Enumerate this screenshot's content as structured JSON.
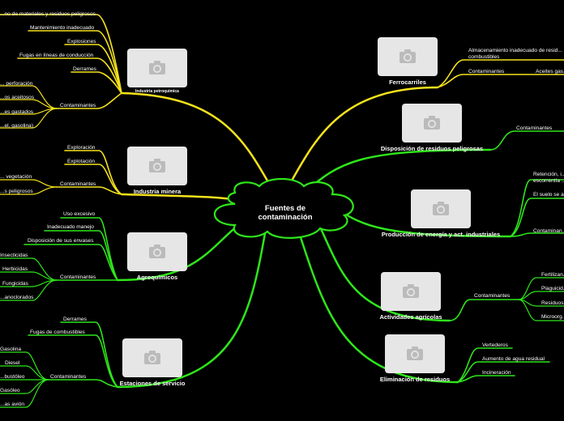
{
  "central": {
    "line1": "Fuentes de",
    "line2": "contaminación"
  },
  "petro": {
    "title": "Industria petroquímica",
    "items": [
      "...no de materiales y residuos peligrosos",
      "Mantenimiento inadecuado",
      "Explosiones",
      "Fugas en líneas de conducción",
      "Derrames"
    ],
    "contaminantes": "Contaminantes",
    "subs": [
      "... perforación",
      "...os aceitosos",
      "...es gastados",
      "...el, gasolina)"
    ]
  },
  "minera": {
    "title": "Industria minera",
    "items": [
      "Exploración",
      "Explotación"
    ],
    "contaminantes": "Contaminantes",
    "subs": [
      "... vegetación",
      "...s peligrosos"
    ]
  },
  "agro": {
    "title": "Agroquímicos",
    "items": [
      "Uso excesivo",
      "Inadecuado manejo",
      "Disposición de sus envases"
    ],
    "contaminantes": "Contaminantes",
    "subs": [
      "Insecticidas",
      "Herbicidas",
      "Fungicidas",
      "...anoclorados"
    ]
  },
  "estaciones": {
    "title": "Estaciones de servicio",
    "items": [
      "Derrames",
      "Fugas de combustibles"
    ],
    "contaminantes": "Contaminantes",
    "subs": [
      "Gasolina",
      "Diesel",
      "...bustóleo",
      "Gasóleo",
      "...as avión"
    ]
  },
  "ferro": {
    "title": "Ferrocarriles",
    "items": [
      "Almacenamiento inadecuado de resid...",
      "combustibles"
    ],
    "contaminantes": "Contaminantes",
    "subs": [
      "Aceites gas..."
    ]
  },
  "disposicion": {
    "title": "Disposición de residuos peligrosas",
    "contaminantes": "Contaminantes"
  },
  "energia": {
    "title": "Producción de energía y act. industriales",
    "items": [
      "Retención, i...",
      "escorrentía ...",
      "El suelo se a..."
    ],
    "contaminantes": "Contaminan..."
  },
  "agricolas": {
    "title": "Actividades agrícolas",
    "contaminantes": "Contaminantes",
    "subs": [
      "Fertilizan...",
      "Plaguicid...",
      "Residuos...",
      "Microorg..."
    ]
  },
  "eliminacion": {
    "title": "Eliminación de residuos",
    "items": [
      "Vertederos",
      "Aumento de agua residual",
      "Incineración"
    ]
  },
  "colors": {
    "yellow": "#f5e21b",
    "green": "#2ee61a",
    "card": "#e6e6e6",
    "background": "#000000"
  }
}
